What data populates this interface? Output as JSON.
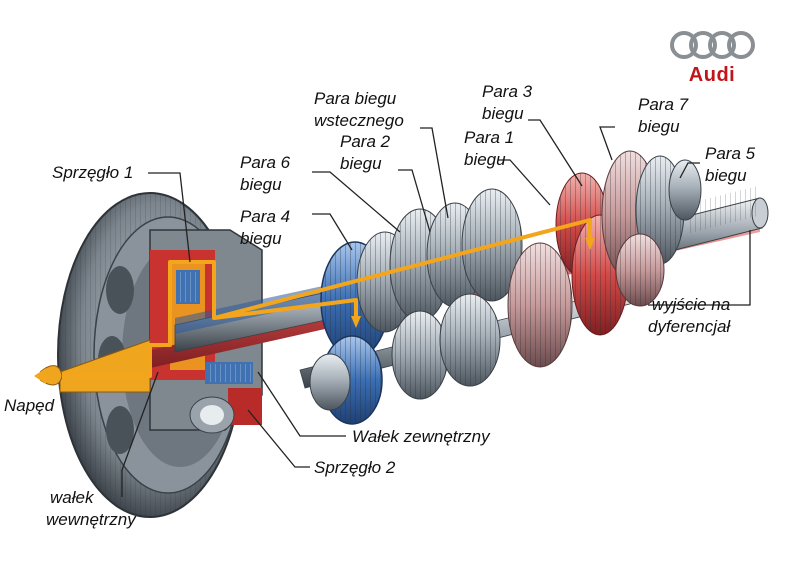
{
  "brand": {
    "name": "Audi",
    "color": "#c0151b"
  },
  "labels": {
    "sprzeglo1": "Sprzęgło 1",
    "para6": [
      "Para",
      "6",
      "biegu"
    ],
    "para4": [
      "Para",
      "4",
      "biegu"
    ],
    "para_wsteczny": [
      "Para",
      "biegu",
      "wstecznego"
    ],
    "para2": [
      "Para",
      "2",
      "biegu"
    ],
    "para3": [
      "Para",
      "3",
      "biegu"
    ],
    "para1": [
      "Para",
      "1",
      "biegu"
    ],
    "para7": [
      "Para",
      "7",
      "biegu"
    ],
    "para5": [
      "Para",
      "5",
      "biegu"
    ],
    "wyjscie": [
      "wyjście na",
      "dyferencjał"
    ],
    "naped": "Napęd",
    "walek_zewnetrzny": "Wałek zewnętrzny",
    "sprzeglo2": "Sprzęgło 2",
    "walek_wewnetrzny": [
      "wałek",
      "wewnętrzny"
    ]
  },
  "colors": {
    "flow_arrow": "#f3a51c",
    "clutch_red": "#d42a2a",
    "gear_blue": "#3b6fb4",
    "gear_red": "#d9484a",
    "steel": "#9aa3ab"
  }
}
